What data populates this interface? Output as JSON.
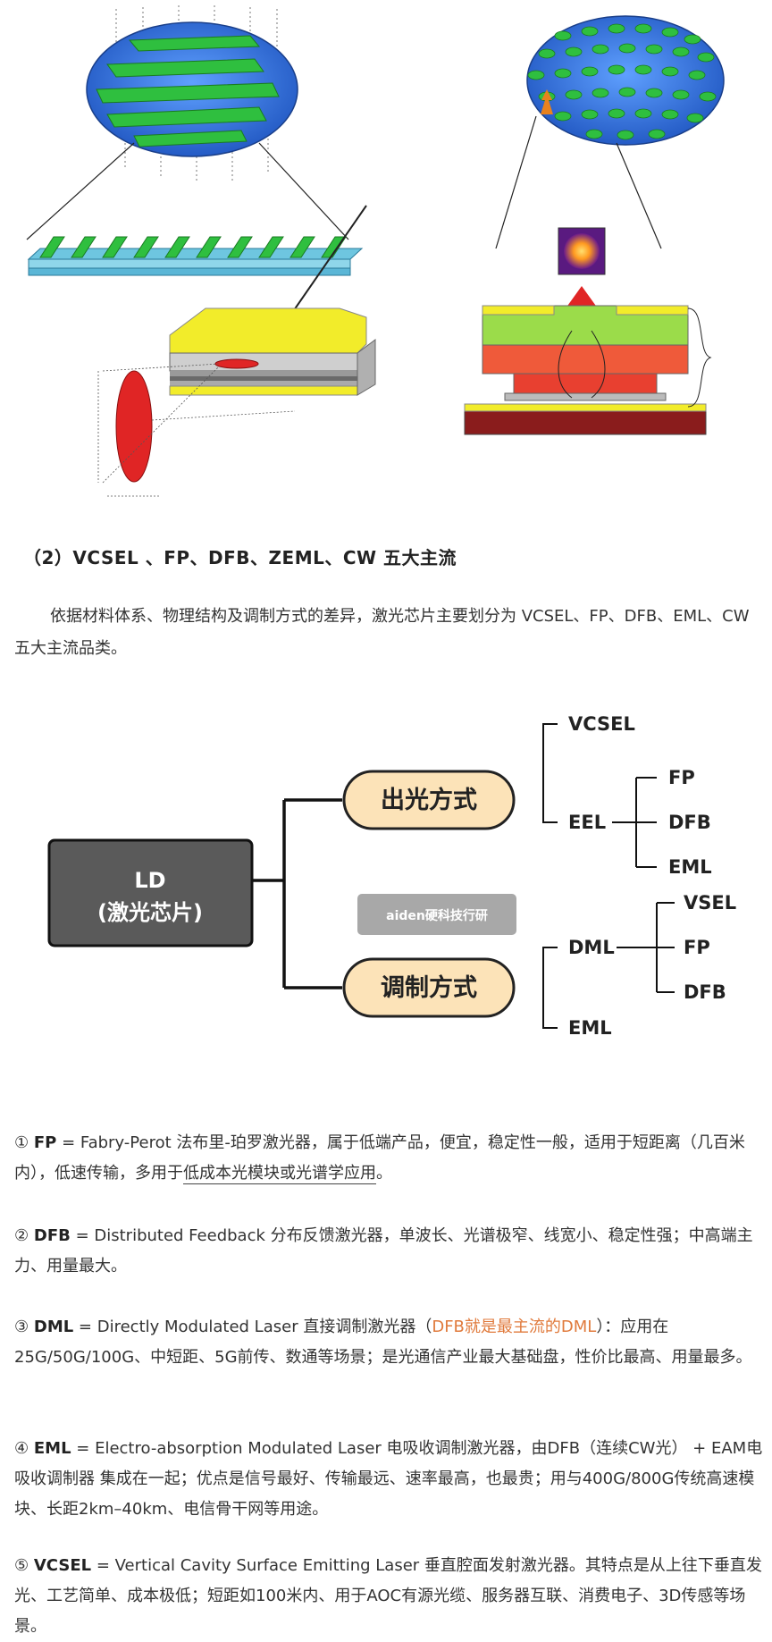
{
  "heading": "（2）VCSEL 、FP、DFB、ZEML、CW 五大主流",
  "intro": "依据材料体系、物理结构及调制方式的差异，激光芯片主要划分为 VCSEL、FP、DFB、EML、CW 五大主流品类。",
  "mindmap": {
    "root_line1": "LD",
    "root_line2": "(激光芯片)",
    "branch_emission": "出光方式",
    "branch_modulation": "调制方式",
    "vcsel": "VCSEL",
    "eel": "EEL",
    "eel_children": [
      "FP",
      "DFB",
      "EML"
    ],
    "dml": "DML",
    "eml": "EML",
    "dml_children": [
      "VSEL",
      "FP",
      "DFB"
    ],
    "watermark": "aiden硬科技行研"
  },
  "items": {
    "fp": {
      "marker": "①",
      "term": "FP",
      "text_a": " = Fabry-Perot 法布里-珀罗激光器，属于低端产品，便宜，稳定性一般，适用于短距离（几百米内），低速传输，多用于",
      "underlined": "低成本光模块或光谱学应用",
      "text_b": "。"
    },
    "dfb": {
      "marker": "②",
      "term": "DFB",
      "text": " = Distributed Feedback 分布反馈激光器，单波长、光谱极窄、线宽小、稳定性强；中高端主力、用量最大。"
    },
    "dml": {
      "marker": "③",
      "term": "DML",
      "text_a": " = Directly Modulated Laser 直接调制激光器（",
      "highlight": "DFB就是最主流的DML",
      "text_b": "）：应用在25G/50G/100G、中短距、5G前传、数通等场景；是光通信产业最大基础盘，性价比最高、用量最多。"
    },
    "eml": {
      "marker": "④",
      "term": "EML",
      "text": " = Electro-absorption Modulated Laser 电吸收调制激光器，由DFB（连续CW光） + EAM电吸收调制器 集成在一起；优点是信号最好、传输最远、速率最高，也最贵；用与400G/800G传统高速模块、长距2km–40km、电信骨干网等用途。"
    },
    "vcsel": {
      "marker": "⑤",
      "term": "VCSEL",
      "text": " = Vertical Cavity Surface Emitting Laser 垂直腔面发射激光器。其特点是从上往下垂直发光、工艺简单、成本极低；短距如100米内、用于AOC有源光缆、服务器互联、消费电子、3D传感等场景。"
    }
  },
  "colors": {
    "wafer_blue": "#2f6fd6",
    "grating_green": "#2fbf3f",
    "contact_yellow": "#f2ec2a",
    "active_red": "#e02525",
    "root_box": "#5a5a5a",
    "branch_fill": "#fce3b8",
    "branch_stroke": "#222222",
    "highlight_orange": "#e07a3c"
  }
}
